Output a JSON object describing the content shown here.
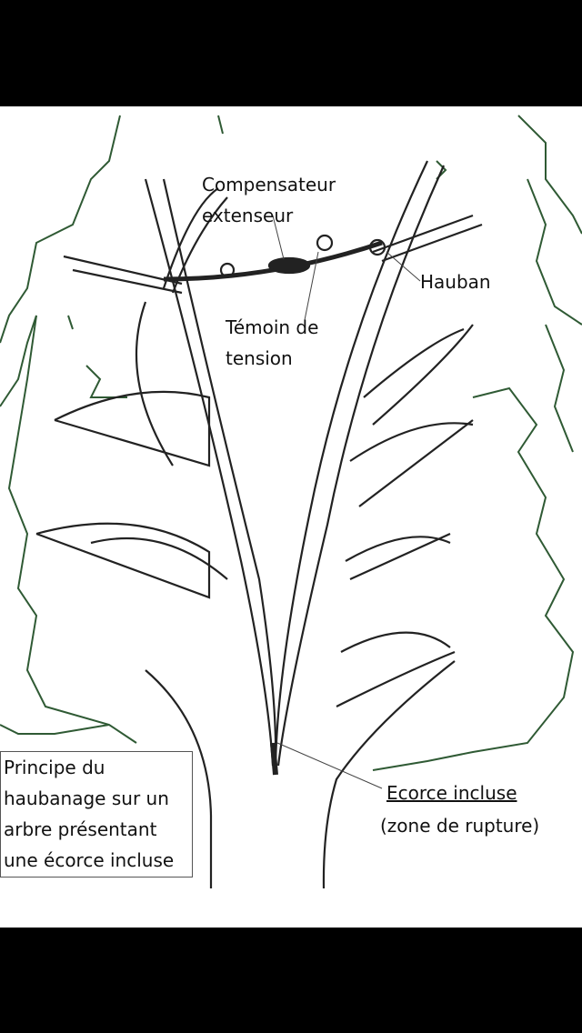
{
  "diagram": {
    "labels": {
      "compensator_line1": "Compensateur",
      "compensator_line2": "extenseur",
      "cable": "Hauban",
      "indicator_line1": "Témoin de",
      "indicator_line2": "tension",
      "included_bark": "Ecorce incluse",
      "rupture_zone": "(zone de rupture)"
    },
    "caption": {
      "line1": "Principe du",
      "line2": "haubanage sur un",
      "line3": "arbre présentant",
      "line4": "une écorce incluse"
    },
    "colors": {
      "foliage": "#2f5a34",
      "ink": "#222222",
      "background": "#ffffff"
    }
  }
}
